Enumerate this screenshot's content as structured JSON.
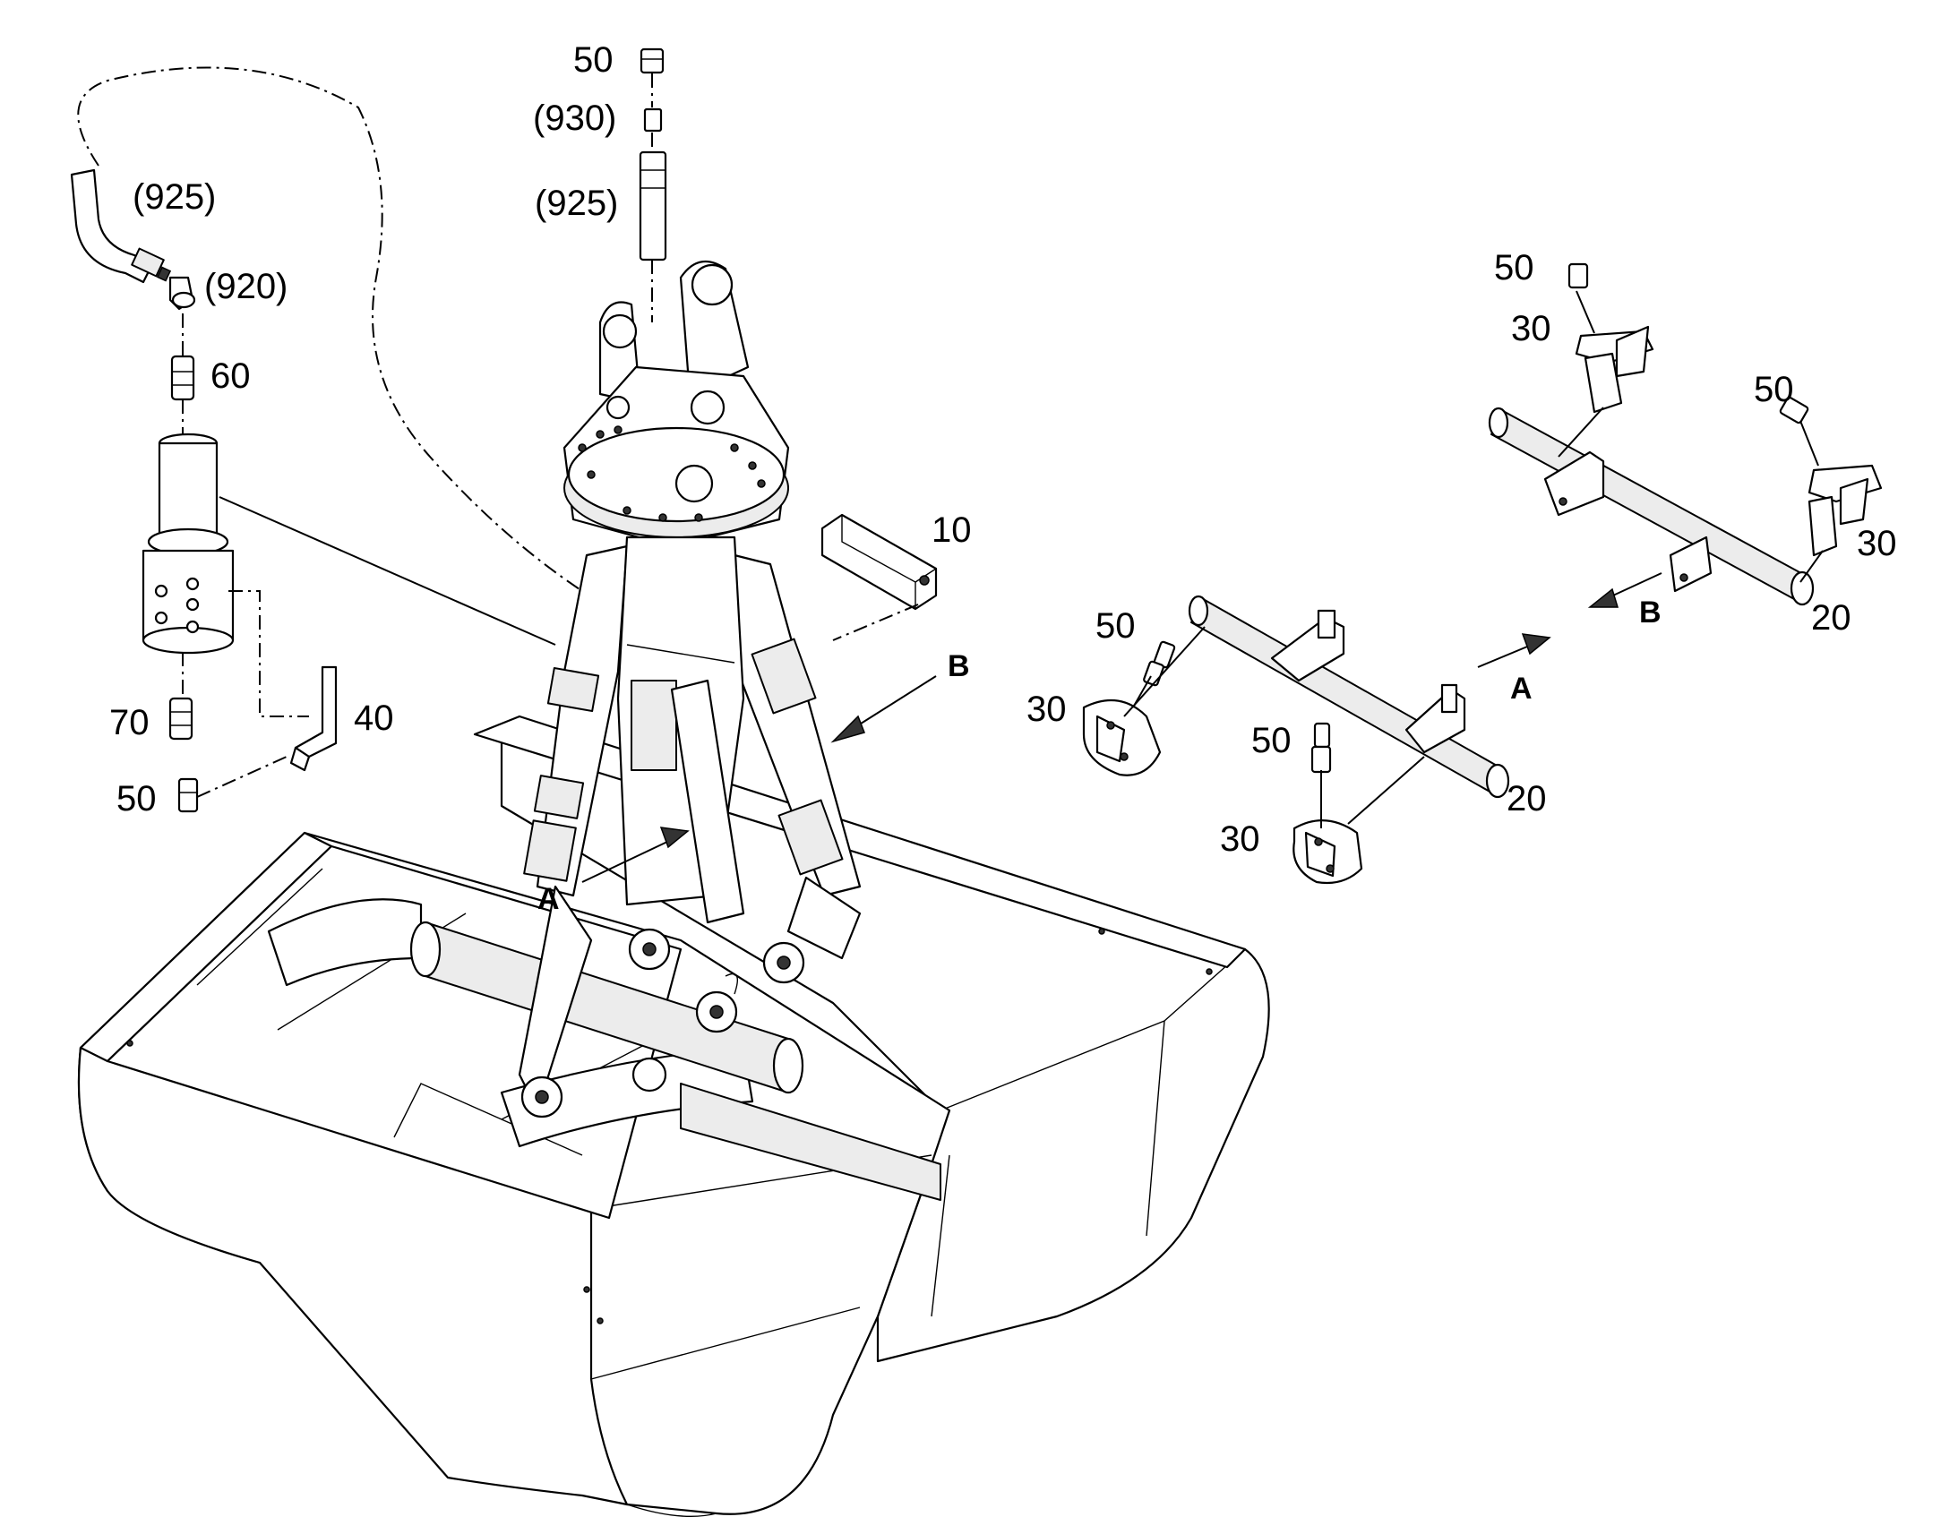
{
  "callouts": {
    "top_fitting_50": "50",
    "top_nipple_930": "(930)",
    "top_hose_925": "(925)",
    "left_hose_925": "(925)",
    "left_elbow_920": "(920)",
    "swivel_adapter_60": "60",
    "block_10": "10",
    "adapter_70": "70",
    "bracket_40": "40",
    "left_fitting_50": "50",
    "arrow_b_main": "B",
    "arrow_a_main": "A",
    "detail_a_fitting_50_left": "50",
    "detail_a_cover_30_left": "30",
    "detail_a_arrow": "A",
    "detail_a_fitting_50_lower": "50",
    "detail_a_cover_30_lower": "30",
    "detail_a_axle_20": "20",
    "detail_b_fitting_50_top": "50",
    "detail_b_cover_30_top": "30",
    "detail_b_fitting_50_right": "50",
    "detail_b_cover_30_right": "30",
    "detail_b_arrow": "B",
    "detail_b_axle_20": "20"
  }
}
